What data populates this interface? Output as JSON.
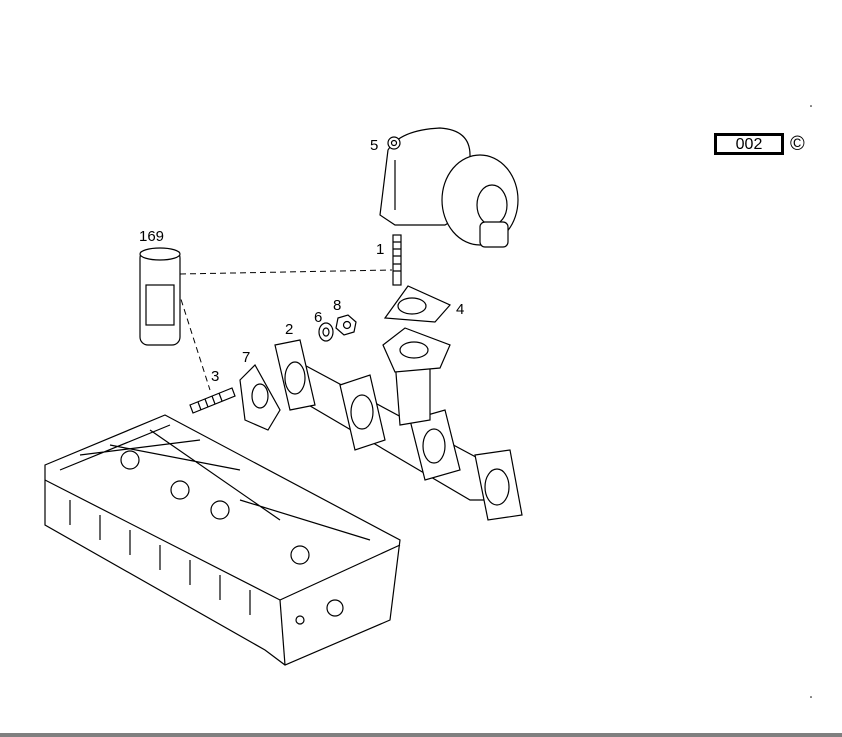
{
  "diagram": {
    "code": "002",
    "copyright_symbol": "©",
    "callouts": [
      "169",
      "5",
      "1",
      "4",
      "6",
      "8",
      "2",
      "7",
      "3"
    ]
  }
}
